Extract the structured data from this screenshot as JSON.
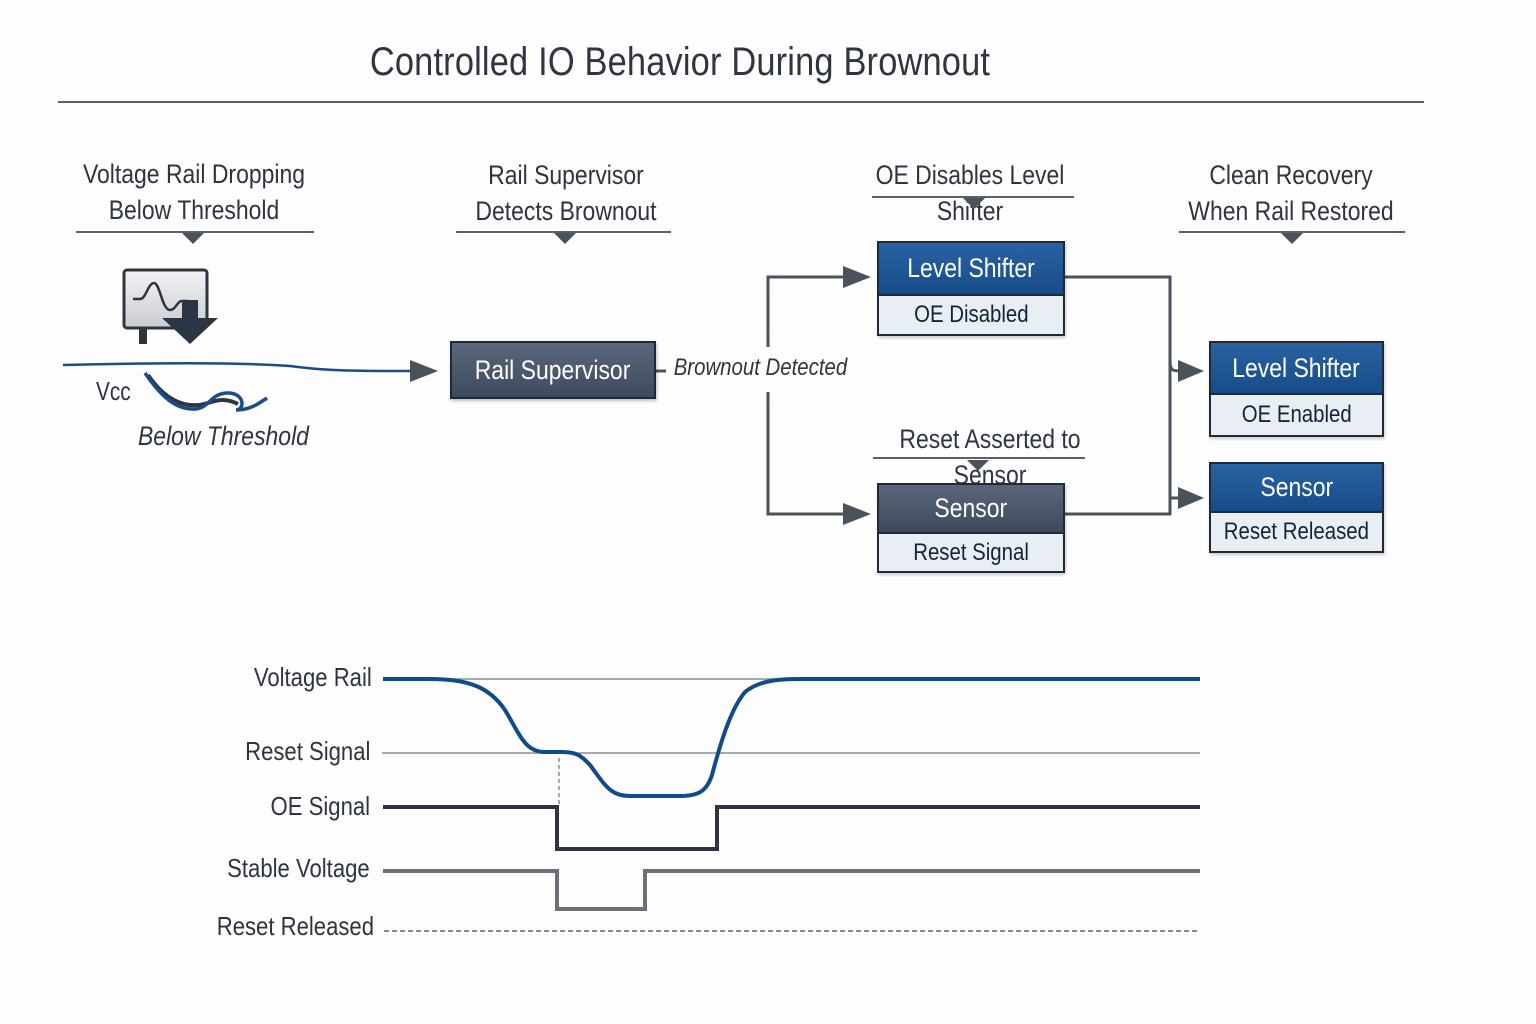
{
  "title": "Controlled IO Behavior During Brownout",
  "stages": [
    {
      "line1": "Voltage Rail Dropping",
      "line2": "Below Threshold"
    },
    {
      "line1": "Rail Supervisor",
      "line2": "Detects Brownout"
    },
    {
      "line1": "OE Disables Level Shifter",
      "line2": ""
    },
    {
      "line1": "Clean Recovery",
      "line2": "When Rail Restored"
    }
  ],
  "vcc_section": {
    "vcc_label": "Vcc",
    "below_threshold_label": "Below Threshold",
    "icon": "voltage-drop-monitor-icon"
  },
  "supervisor": {
    "label": "Rail Supervisor",
    "output_label": "Brownout Detected"
  },
  "reset_asserted_label": "Reset Asserted to Sensor",
  "boxes": {
    "level_shifter_disabled": {
      "title": "Level Shifter",
      "status": "OE Disabled"
    },
    "sensor_reset": {
      "title": "Sensor",
      "status": "Reset Signal"
    },
    "level_shifter_enabled": {
      "title": "Level Shifter",
      "status": "OE Enabled"
    },
    "sensor_released": {
      "title": "Sensor",
      "status": "Reset Released"
    }
  },
  "colors": {
    "accent_blue": "#1a5090",
    "slate": "#445063",
    "dark": "#2e3540",
    "gray": "#6b7178"
  },
  "timing": {
    "labels": [
      "Voltage Rail",
      "Reset Signal",
      "OE Signal",
      "Stable Voltage",
      "Reset Released"
    ],
    "signals": [
      {
        "name": "Voltage Rail",
        "style": "analog",
        "description": "high, drops to reset threshold, plateaus, drops to minimum, then recovers to high"
      },
      {
        "name": "Reset Signal",
        "style": "threshold-reference"
      },
      {
        "name": "OE Signal",
        "style": "digital",
        "states": [
          "high",
          "low",
          "high"
        ]
      },
      {
        "name": "Stable Voltage",
        "style": "digital",
        "states": [
          "high",
          "low",
          "high"
        ]
      },
      {
        "name": "Reset Released",
        "style": "dashed-reference"
      }
    ]
  }
}
